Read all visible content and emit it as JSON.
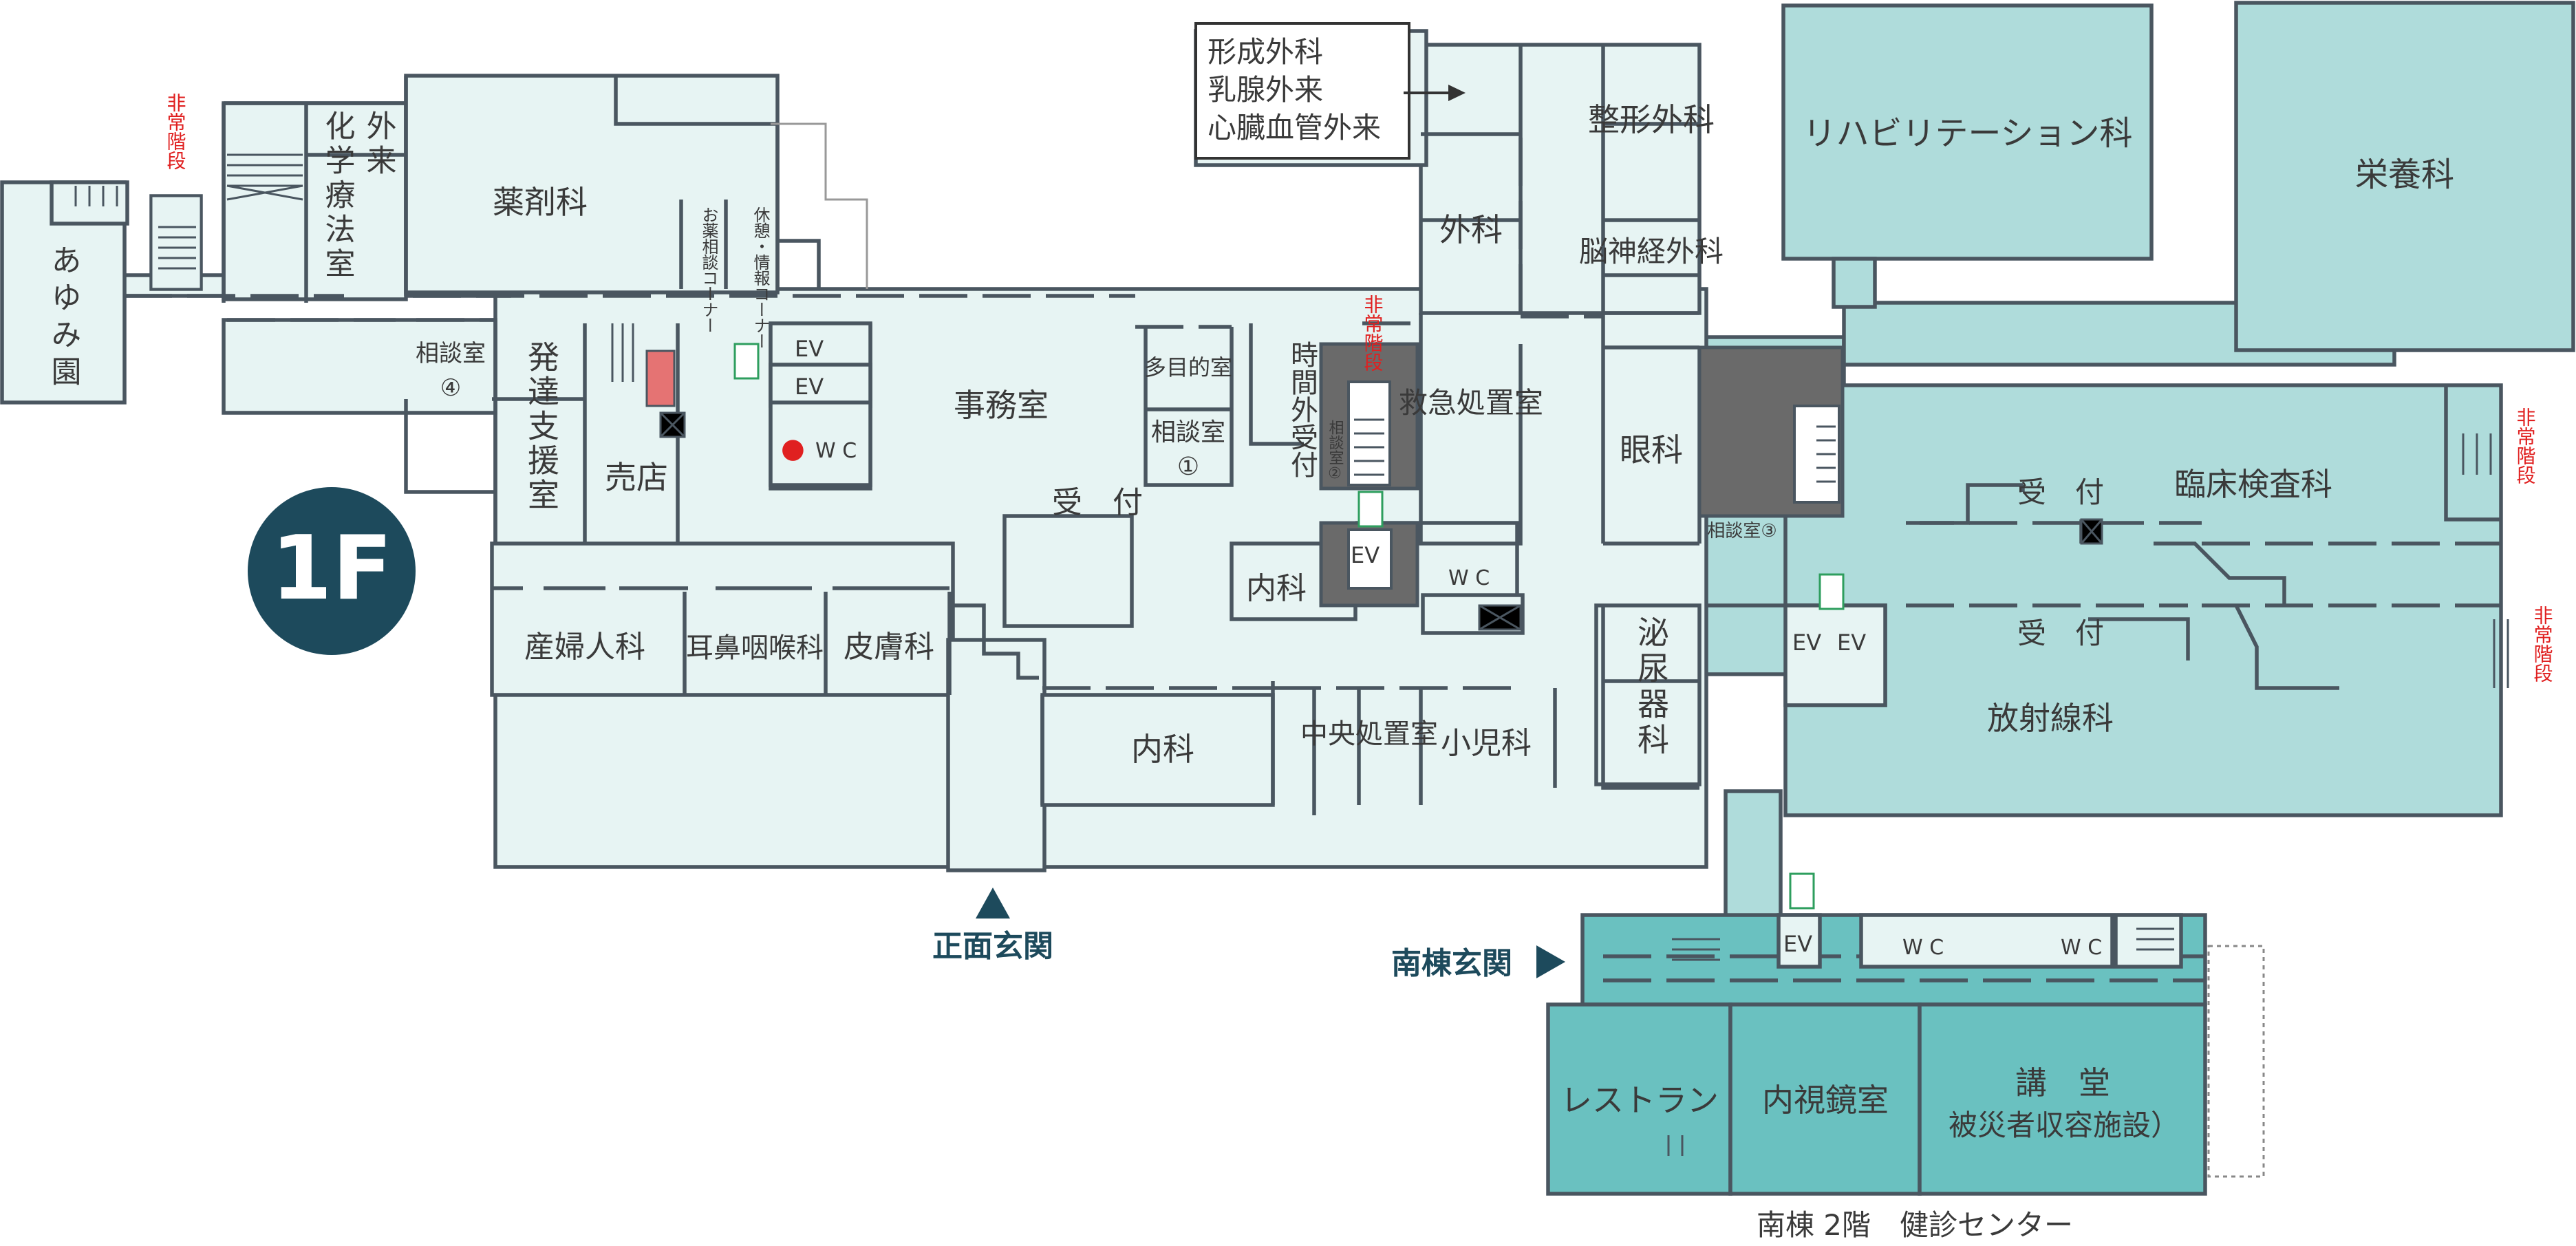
{
  "floor": "1F",
  "colors": {
    "main_building": "#e7f4f3",
    "east_wing": "#afdcdb",
    "south_wing": "#6ac1c0",
    "core": "#6a6a6a",
    "walls": "#4a5660",
    "emergency_stairs": "#e02020",
    "floor_badge": "#1d4a5c"
  },
  "callout": [
    "形成外科",
    "乳腺外来",
    "心臓血管外来"
  ],
  "rooms": {
    "ayumien": "あゆみ園",
    "gairai_kagaku": "外来",
    "kagaku_ryoho": "化学療法室",
    "yakuzai": "薬剤科",
    "okusuri": "お薬相談コーナー",
    "kyukei": "休憩・情報コーナー",
    "soudan4": "相談室",
    "soudan4_num": "④",
    "hattatsu": "発達支援室",
    "baiten": "売店",
    "jimu": "事務室",
    "tamokuteki": "多目的室",
    "soudan1": "相談室",
    "soudan1_num": "①",
    "uketsuke_main": "受　付",
    "jikangai": "時間外受付",
    "soudan2": "相談室②",
    "kyukyu": "救急処置室",
    "geka": "外科",
    "seikei": "整形外科",
    "noushinkei": "脳神経外科",
    "ganka": "眼科",
    "soudan3": "相談室③",
    "naika_small": "内科",
    "sanfujin": "産婦人科",
    "jibi": "耳鼻咽喉科",
    "hifu": "皮膚科",
    "naika": "内科",
    "chuo": "中央処置室",
    "shoni": "小児科",
    "hinyo": "泌尿器科",
    "reha": "リハビリテーション科",
    "eiyo": "栄養科",
    "rinsho": "臨床検査科",
    "uketsuke_lab": "受　付",
    "uketsuke_rad": "受　付",
    "hoshasen": "放射線科",
    "restaurant": "レストラン",
    "naishikyo": "内視鏡室",
    "kodo": "講　堂",
    "kodo_sub": "被災者収容施設）"
  },
  "elevator": "EV",
  "wc": "W C",
  "emergency_stairs": "非常階段",
  "entrances": {
    "main": "正面玄関",
    "south": "南棟玄関"
  },
  "footer_note": "南棟 2階　健診センター"
}
